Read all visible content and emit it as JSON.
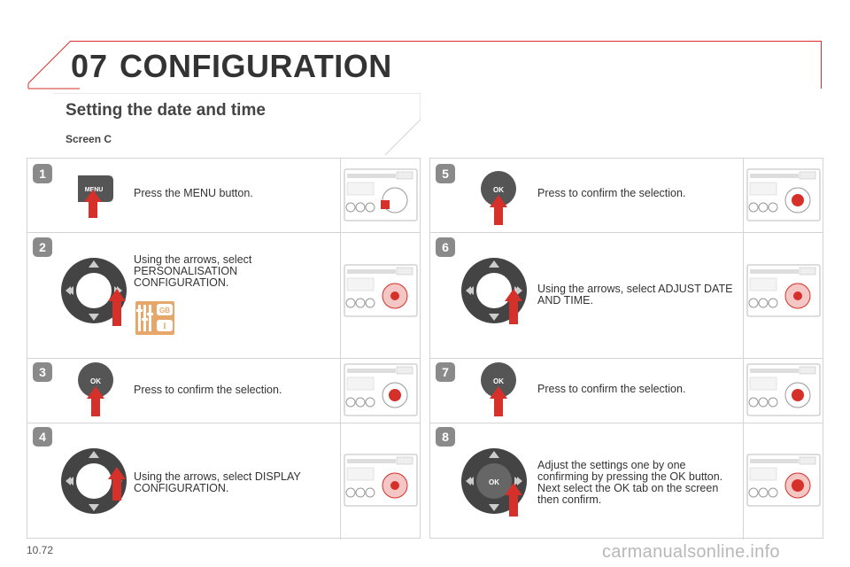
{
  "header": {
    "chapter_number": "07",
    "chapter_title": "CONFIGURATION",
    "accent_color": "#d6302a"
  },
  "section": {
    "title": "Setting the date and time",
    "subtitle": "Screen C"
  },
  "steps": [
    {
      "number": "1",
      "text": "Press the MENU button.",
      "icon": "menu-button-icon",
      "icon_label": "MENU"
    },
    {
      "number": "2",
      "text": "Using the arrows, select PERSONALISATION CONFIGURATION.",
      "icon": "arrow-pad-icon",
      "extra_icon": "personalisation-icon",
      "extra_labels": [
        "GB",
        "I"
      ]
    },
    {
      "number": "3",
      "text": "Press to confirm the selection.",
      "icon": "ok-button-icon",
      "icon_label": "OK"
    },
    {
      "number": "4",
      "text": "Using the arrows, select DISPLAY CONFIGURATION.",
      "icon": "arrow-pad-icon"
    },
    {
      "number": "5",
      "text": "Press to confirm the selection.",
      "icon": "ok-button-icon",
      "icon_label": "OK"
    },
    {
      "number": "6",
      "text": "Using the arrows, select ADJUST DATE AND TIME.",
      "icon": "arrow-pad-icon"
    },
    {
      "number": "7",
      "text": "Press to confirm the selection.",
      "icon": "ok-button-icon",
      "icon_label": "OK"
    },
    {
      "number": "8",
      "text": "Adjust the settings one by one confirming by pressing the OK button. Next select the OK tab on the screen then confirm.",
      "icon": "arrow-pad-ok-icon",
      "icon_label": "OK"
    }
  ],
  "footer": {
    "page_number": "10.72",
    "watermark": "carmanualsonline.info"
  }
}
